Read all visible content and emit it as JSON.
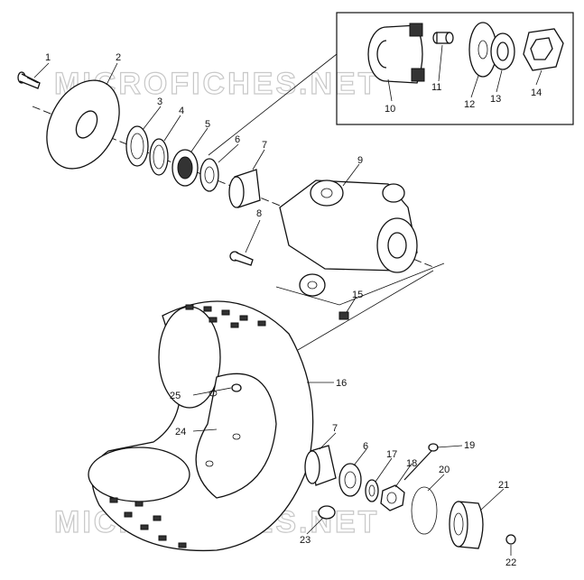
{
  "watermark": "MICROFICHES.NET",
  "callouts": {
    "c1": "1",
    "c2": "2",
    "c3": "3",
    "c4": "4",
    "c5": "5",
    "c6": "6",
    "c7": "7",
    "c8": "8",
    "c9": "9",
    "c10": "10",
    "c11": "11",
    "c12": "12",
    "c13": "13",
    "c14": "14",
    "c15": "15",
    "c16": "16",
    "c17": "17",
    "c18": "18",
    "c19": "19",
    "c20": "20",
    "c21": "21",
    "c22": "22",
    "c23": "23",
    "c24": "24",
    "c25": "25",
    "c6b": "6",
    "c7b": "7"
  }
}
